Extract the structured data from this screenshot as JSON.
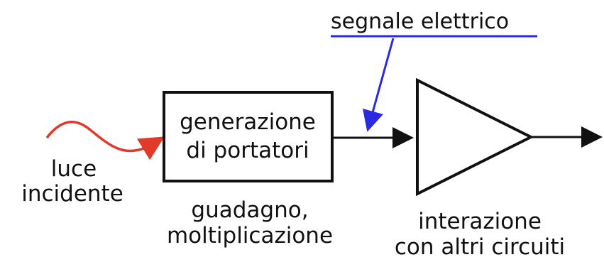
{
  "labels": {
    "signal": "segnale elettrico",
    "box_line1": "generazione",
    "box_line2": "di portatori",
    "light_line1": "luce",
    "light_line2": "incidente",
    "gain_line1": "guadagno,",
    "gain_line2": "moltiplicazione",
    "interaction_line1": "interazione",
    "interaction_line2": "con altri circuiti"
  },
  "colors": {
    "light_wave": "#e03a2a",
    "signal_pointer": "#2a2ae0",
    "lines": "#111111"
  }
}
